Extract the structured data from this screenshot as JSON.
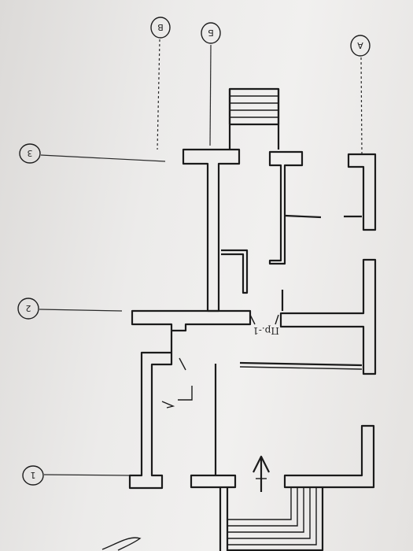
{
  "drawing": {
    "axis_labels": {
      "axis_1": "1",
      "axis_2": "2",
      "axis_3": "3",
      "axis_A": "А",
      "axis_B": "Б",
      "axis_V": "В"
    },
    "section_mark": "Пр.-1",
    "colors": {
      "paper": "#eceae8",
      "ink": "#1b1b1b"
    }
  }
}
